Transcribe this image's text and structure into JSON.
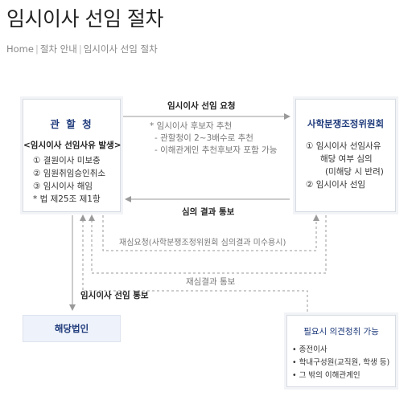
{
  "title": "임시이사 선임 절차",
  "breadcrumb": [
    "Home",
    "절차 안내",
    "임시이사 선임 절차"
  ],
  "nodes": {
    "authority": {
      "title": "관 할 청",
      "subtitle": "<임시이사 선임사유 발생>",
      "items": [
        "① 결원이사 미보충",
        "② 임원취임승인취소",
        "③ 임시이사 해임",
        "* 법 제25조 제1항"
      ]
    },
    "committee": {
      "title": "사학분쟁조정위원회",
      "items": [
        "①  임시이사 선임사유",
        "해당 여부 심의",
        "(미해당 시 반려)",
        "②  임시이사 선임"
      ]
    },
    "corporation": {
      "title": "해당법인"
    },
    "opinion": {
      "title": "필요시 의견청취 가능",
      "items": [
        "• 종전이사",
        "• 학내구성원(교직원, 학생 등)",
        "• 그 밖의 이해관계인"
      ]
    }
  },
  "edges": {
    "request": {
      "label": "임시이사 선임 요청",
      "notes": [
        "* 임시이사 후보자 추천",
        "- 관할청이 2~3배수로 추천",
        "- 이해관계인 추천후보자 포함 가능"
      ]
    },
    "result": {
      "label": "심의 결과 통보"
    },
    "rereview_request": {
      "label": "재심요청(사학분쟁조정위원회 심의결과 미수용시)"
    },
    "rereview_result": {
      "label": "재심결과 통보"
    },
    "appointment_notice": {
      "label": "임시이사 선임 통보"
    }
  },
  "colors": {
    "title_navy": "#1e3a7b",
    "arrow_gray": "#9a9a9a",
    "box_border": "#d7dce3"
  }
}
